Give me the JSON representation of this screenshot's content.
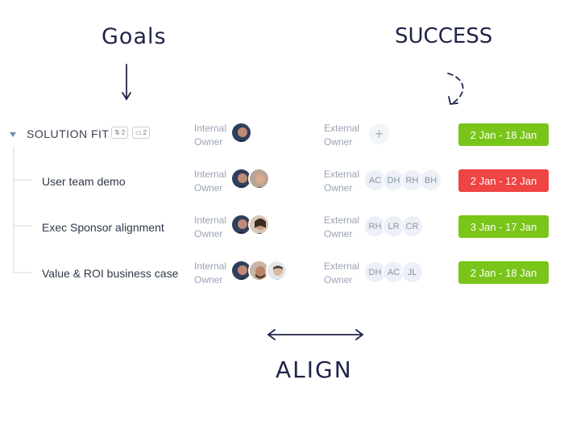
{
  "annotations": {
    "goals": "Goals",
    "success": "SUCCESS",
    "align": "ALIGN"
  },
  "parent": {
    "label": "SOLUTION FIT",
    "subtask_count": "2",
    "comment_count": "2",
    "internal_label": "Internal\nOwner",
    "external_label": "External\nOwner",
    "external_add": "+",
    "date": "2 Jan - 18 Jan",
    "date_color": "#7ac51a"
  },
  "rows": [
    {
      "label": "User team demo",
      "internal_label": "Internal\nOwner",
      "external_label": "External\nOwner",
      "external": [
        "AC",
        "DH",
        "RH",
        "BH"
      ],
      "date": "2 Jan - 12 Jan",
      "date_color": "#ef4444"
    },
    {
      "label": "Exec Sponsor alignment",
      "internal_label": "Internal\nOwner",
      "external_label": "External\nOwner",
      "external": [
        "RH",
        "LR",
        "CR"
      ],
      "date": "3 Jan - 17 Jan",
      "date_color": "#7ac51a"
    },
    {
      "label": "Value & ROI business case",
      "internal_label": "Internal\nOwner",
      "external_label": "External\nOwner",
      "external": [
        "DH",
        "AC",
        "JL"
      ],
      "date": "2 Jan - 18 Jan",
      "date_color": "#7ac51a"
    }
  ],
  "colors": {
    "annotation_ink": "#1f2448",
    "green": "#7ac51a",
    "red": "#ef4444"
  }
}
